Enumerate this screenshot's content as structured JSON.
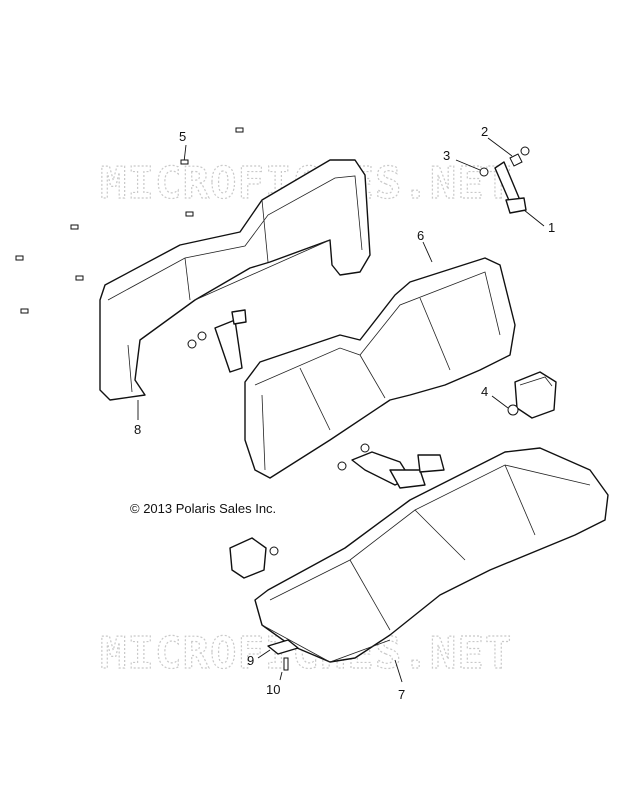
{
  "copyright": "© 2013 Polaris Sales Inc.",
  "watermark": "MICROFICHES.NET",
  "callouts": [
    {
      "id": "1",
      "label": "1"
    },
    {
      "id": "2",
      "label": "2"
    },
    {
      "id": "3",
      "label": "3"
    },
    {
      "id": "4",
      "label": "4"
    },
    {
      "id": "5",
      "label": "5"
    },
    {
      "id": "6",
      "label": "6"
    },
    {
      "id": "7",
      "label": "7"
    },
    {
      "id": "8",
      "label": "8"
    },
    {
      "id": "9",
      "label": "9"
    },
    {
      "id": "10",
      "label": "10"
    }
  ]
}
